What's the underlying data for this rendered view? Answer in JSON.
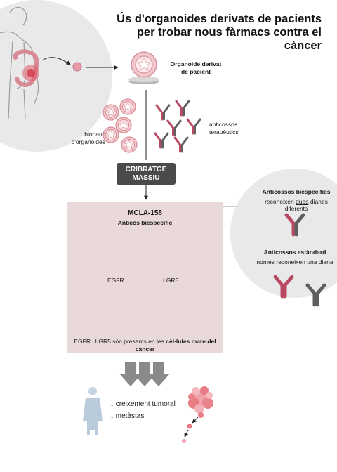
{
  "title": {
    "line1": "Ús d'organoides derivats de pacients",
    "line2": "per trobar nous fàrmacs contra el càncer"
  },
  "organoid": {
    "line1": "Organoide derivat",
    "line2": "de pacient"
  },
  "biobank": {
    "line1": "biobanc",
    "line2": "d'organoides"
  },
  "antibodies": {
    "line1": "anticossos",
    "line2": "terapèutics"
  },
  "screening": {
    "line1": "CRIBRATGE",
    "line2": "MASSIU"
  },
  "panel": {
    "name": "MCLA-158",
    "type": "Anticòs biespecífic",
    "egfr": "EGFR",
    "lgr5": "LGR5",
    "footer_prefix": "EGFR i LGR5 són presents en les ",
    "footer_bold": "cèl·lules mare del càncer"
  },
  "legend": {
    "bispecific_title": "Anticossos biespecífics",
    "bispecific_pre": "reconeixen ",
    "bispecific_underline": "dues",
    "bispecific_post": " dianes",
    "bispecific_line2": "diferents",
    "standard_title": "Anticossos estàndard",
    "standard_pre": "només reconeixen ",
    "standard_underline": "una",
    "standard_post": " diana"
  },
  "outcomes": {
    "arrow": "↓",
    "growth": "creixement tumoral",
    "metastasis": "metàstasi"
  },
  "colors": {
    "antibody_pink": "#b94a63",
    "antibody_gray": "#5f5f5f",
    "panel_bg": "#ead9db",
    "circle_bg": "#e9e9e9",
    "tumor_pink": "#e87b84",
    "button_bg": "#4a4a4a"
  }
}
